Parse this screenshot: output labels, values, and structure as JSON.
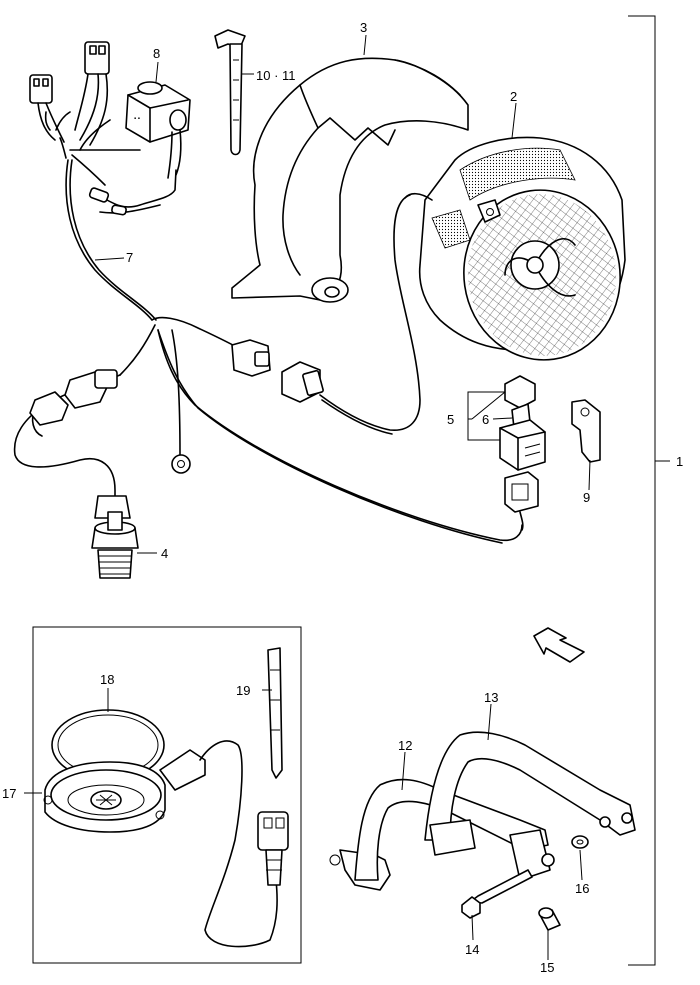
{
  "callouts": {
    "c1": "1",
    "c2": "2",
    "c3": "3",
    "c4": "4",
    "c5": "5",
    "c6": "6",
    "c7": "7",
    "c8": "8",
    "c9": "9",
    "c10_11": "10 · 11",
    "c12": "12",
    "c13": "13",
    "c14": "14",
    "c15": "15",
    "c16": "16",
    "c17": "17",
    "c18": "18",
    "c19": "19"
  },
  "fwd_label": "FWD",
  "icons": [
    "fwd-arrow-icon"
  ]
}
